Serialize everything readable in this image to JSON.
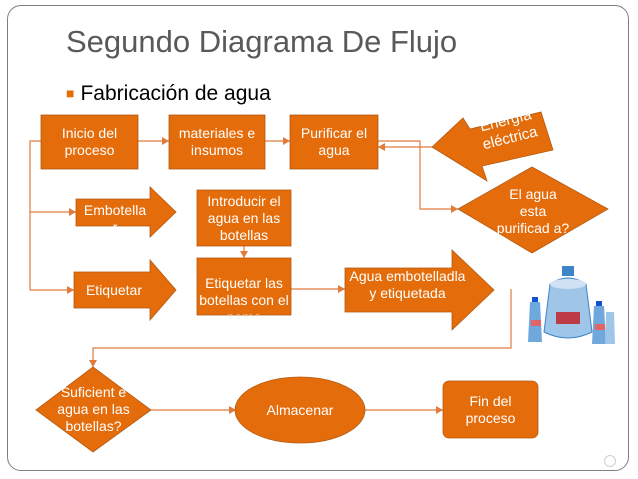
{
  "slide": {
    "title": "Segundo Diagrama De Flujo",
    "bullet": "Fabricación de agua"
  },
  "nodes": {
    "inicio": "Inicio del proceso",
    "materiales": "materiales e insumos",
    "purificar": "Purificar el agua",
    "energia": "Energía eléctrica",
    "decision_purificada": "El agua esta purificad a?",
    "embotellar": "Embotella r",
    "introducir": "Introducir el agua en las botellas",
    "etiquetar": "Etiquetar",
    "etiquetar_botellas": "Etiquetar las botellas con el nomo",
    "agua_embotellada": "Agua embotelladla y etiquetada",
    "decision_suficiente": "Suficient e agua en las botellas?",
    "almacenar": "Almacenar",
    "fin": "Fin del proceso"
  },
  "image": {
    "icon": "water-bottles-image"
  },
  "colors": {
    "shape_fill": "#e46c0a",
    "line": "#e07b3c",
    "title": "#595959",
    "bullet": "#e46c0a",
    "bottle": "#6fa8dc"
  }
}
